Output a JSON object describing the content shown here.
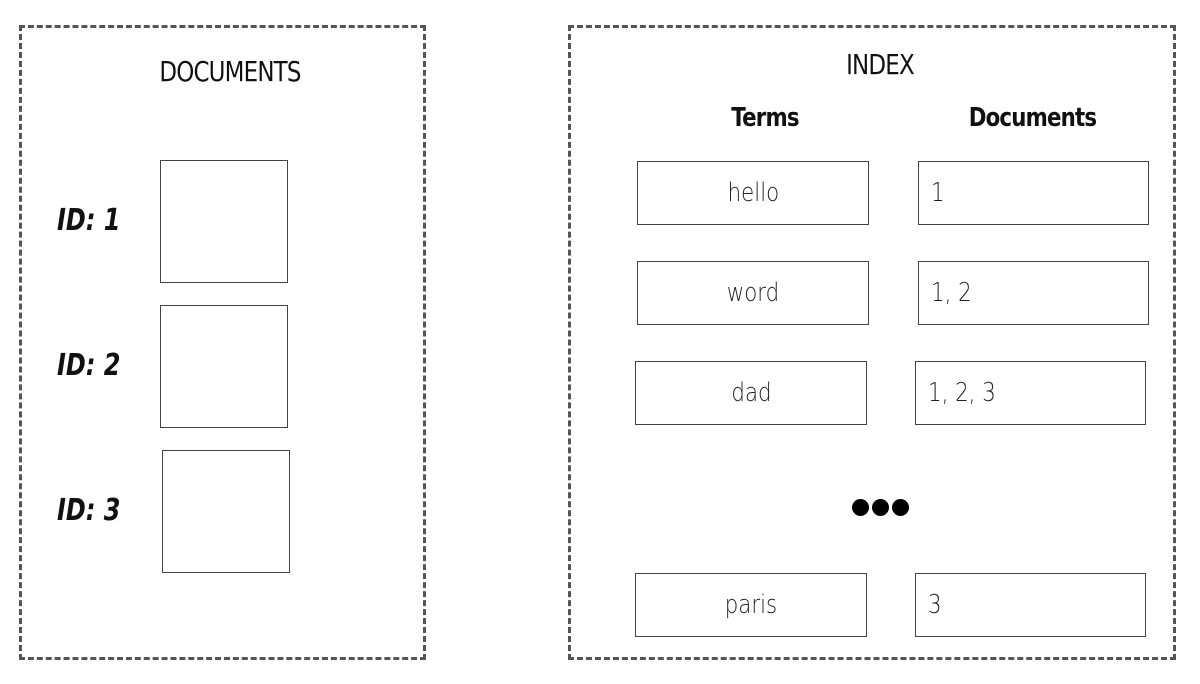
{
  "documents_panel": {
    "title": "DOCUMENTS",
    "items": [
      {
        "label": "ID: 1"
      },
      {
        "label": "ID: 2"
      },
      {
        "label": "ID: 3"
      }
    ]
  },
  "index_panel": {
    "title": "INDEX",
    "terms_header": "Terms",
    "documents_header": "Documents",
    "rows": [
      {
        "term": "hello",
        "docs": "1"
      },
      {
        "term": "word",
        "docs": "1, 2"
      },
      {
        "term": "dad",
        "docs": "1, 2, 3"
      },
      {
        "term": "paris",
        "docs": "3"
      }
    ],
    "ellipsis_icon": "ellipsis-icon"
  },
  "colors": {
    "border": "#555555",
    "box_border": "#444444",
    "text": "#111111"
  }
}
